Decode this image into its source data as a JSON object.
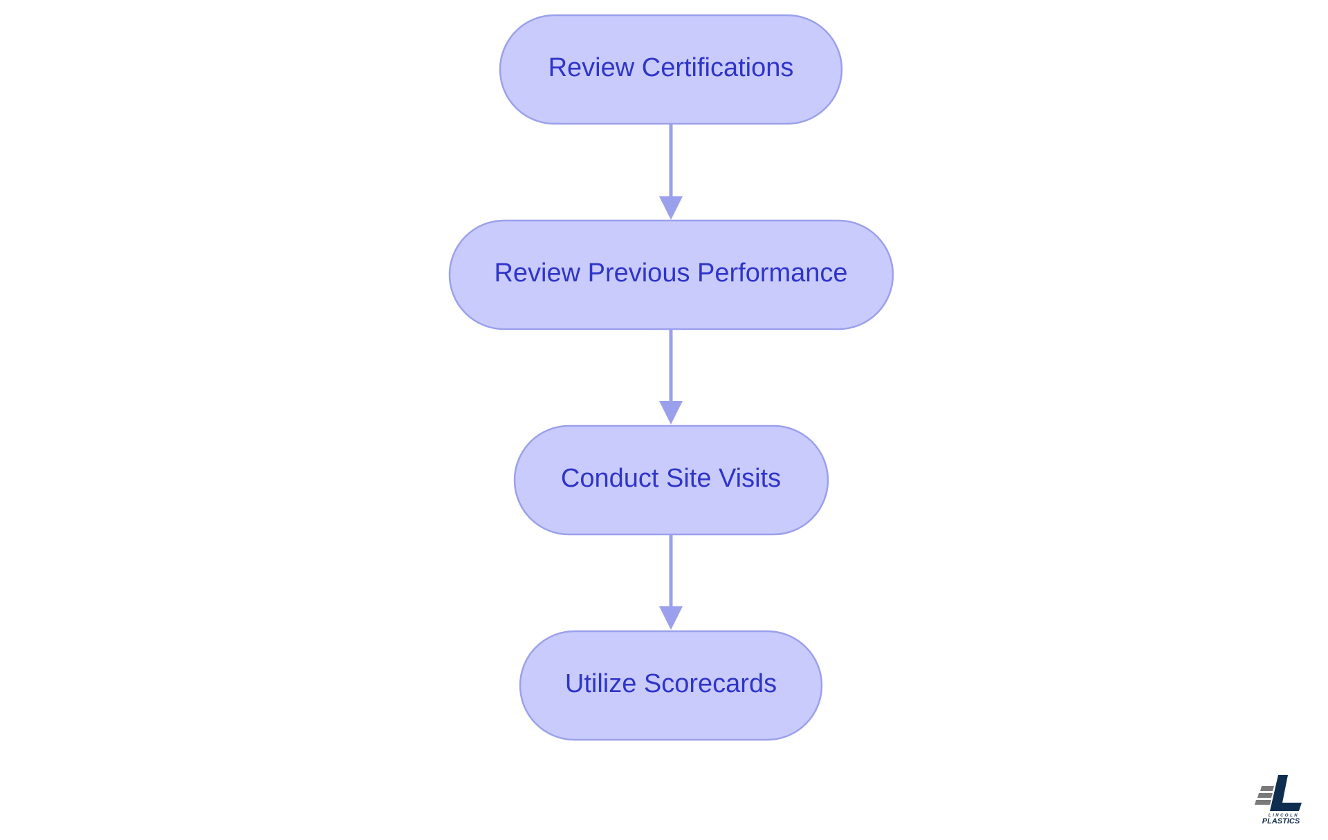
{
  "diagram": {
    "nodes": [
      {
        "id": "review-certifications",
        "label": "Review Certifications"
      },
      {
        "id": "review-previous-performance",
        "label": "Review Previous Performance"
      },
      {
        "id": "conduct-site-visits",
        "label": "Conduct Site Visits"
      },
      {
        "id": "utilize-scorecards",
        "label": "Utilize Scorecards"
      }
    ],
    "edges": [
      {
        "from": "review-certifications",
        "to": "review-previous-performance"
      },
      {
        "from": "review-previous-performance",
        "to": "conduct-site-visits"
      },
      {
        "from": "conduct-site-visits",
        "to": "utilize-scorecards"
      }
    ],
    "colors": {
      "node_fill": "#c9cbfd",
      "node_stroke": "#9ba0ec",
      "node_text": "#2f35c8",
      "edge": "#9ba0ec"
    }
  },
  "logo": {
    "word_top": "LINCOLN",
    "word_bottom": "PLASTICS",
    "colors": {
      "primary": "#0f2d4f",
      "secondary": "#7a7a7a"
    }
  }
}
